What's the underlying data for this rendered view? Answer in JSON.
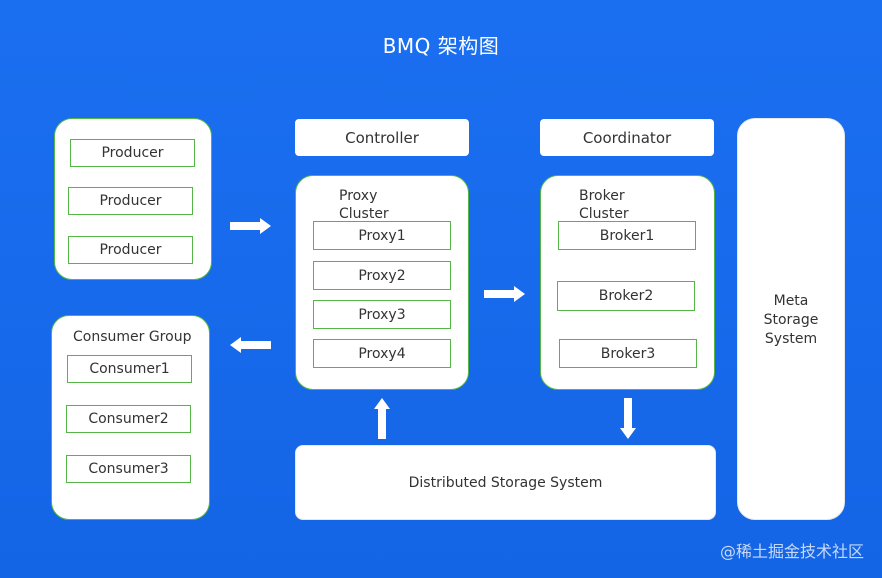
{
  "title": "BMQ 架构图",
  "producers": [
    "Producer",
    "Producer",
    "Producer"
  ],
  "consumer_group": {
    "label": "Consumer Group",
    "items": [
      "Consumer1",
      "Consumer2",
      "Consumer3"
    ]
  },
  "controller": "Controller",
  "coordinator": "Coordinator",
  "proxy_cluster": {
    "label_line1": "Proxy",
    "label_line2": "Cluster",
    "items": [
      "Proxy1",
      "Proxy2",
      "Proxy3",
      "Proxy4"
    ]
  },
  "broker_cluster": {
    "label_line1": "Broker",
    "label_line2": "Cluster",
    "items": [
      "Broker1",
      "Broker2",
      "Broker3"
    ]
  },
  "meta_storage": {
    "line1": "Meta",
    "line2": "Storage",
    "line3": "System"
  },
  "distributed_storage": "Distributed Storage System",
  "watermark": "@稀土掘金技术社区"
}
